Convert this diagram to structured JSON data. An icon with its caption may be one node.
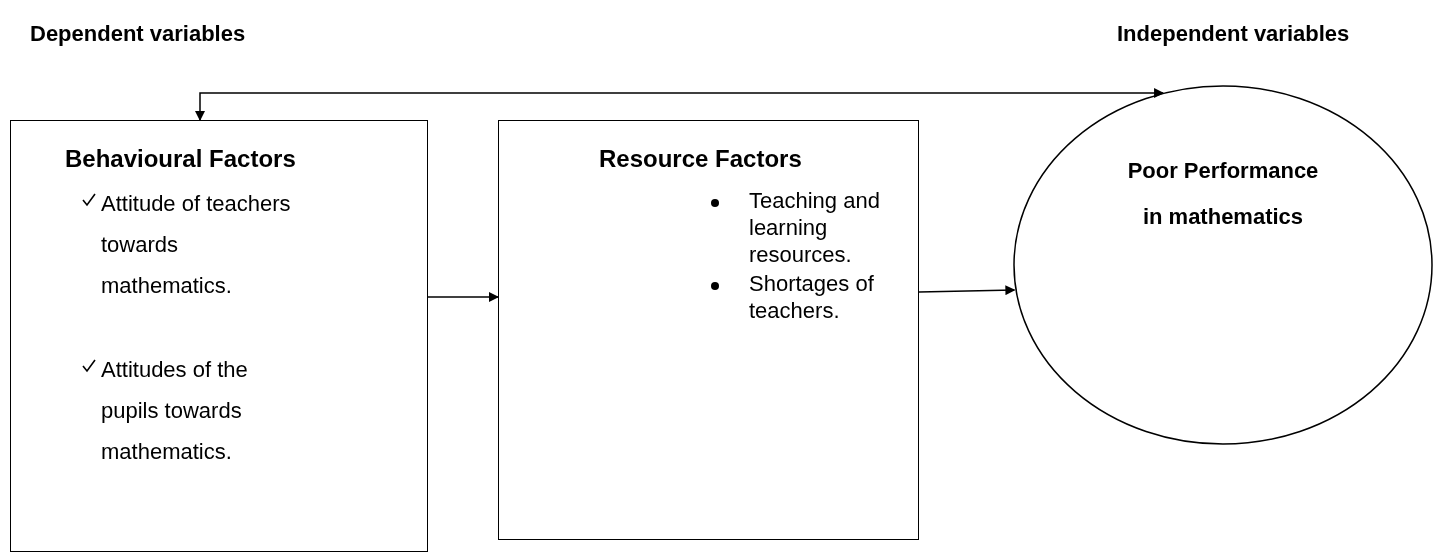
{
  "diagram": {
    "nodes": [
      {
        "text": [
          "Behavioural Factors",
          "Attitude of teachers towards mathematics.",
          "Attitudes of the pupils towards mathematics."
        ]
      },
      {
        "text": [
          "Resource Factors",
          "Teaching and learning resources.",
          "Shortages of teachers."
        ]
      },
      {
        "text": [
          "Poor Performance in mathematics"
        ]
      }
    ],
    "edges": [
      {
        "from": 0,
        "to": 1,
        "arrow": "to"
      },
      {
        "from": 1,
        "to": 2,
        "arrow": "to"
      },
      {
        "from": 0,
        "to": 2,
        "arrow": "both"
      }
    ],
    "labels": [
      "Dependent variables",
      "Independent variables"
    ]
  }
}
